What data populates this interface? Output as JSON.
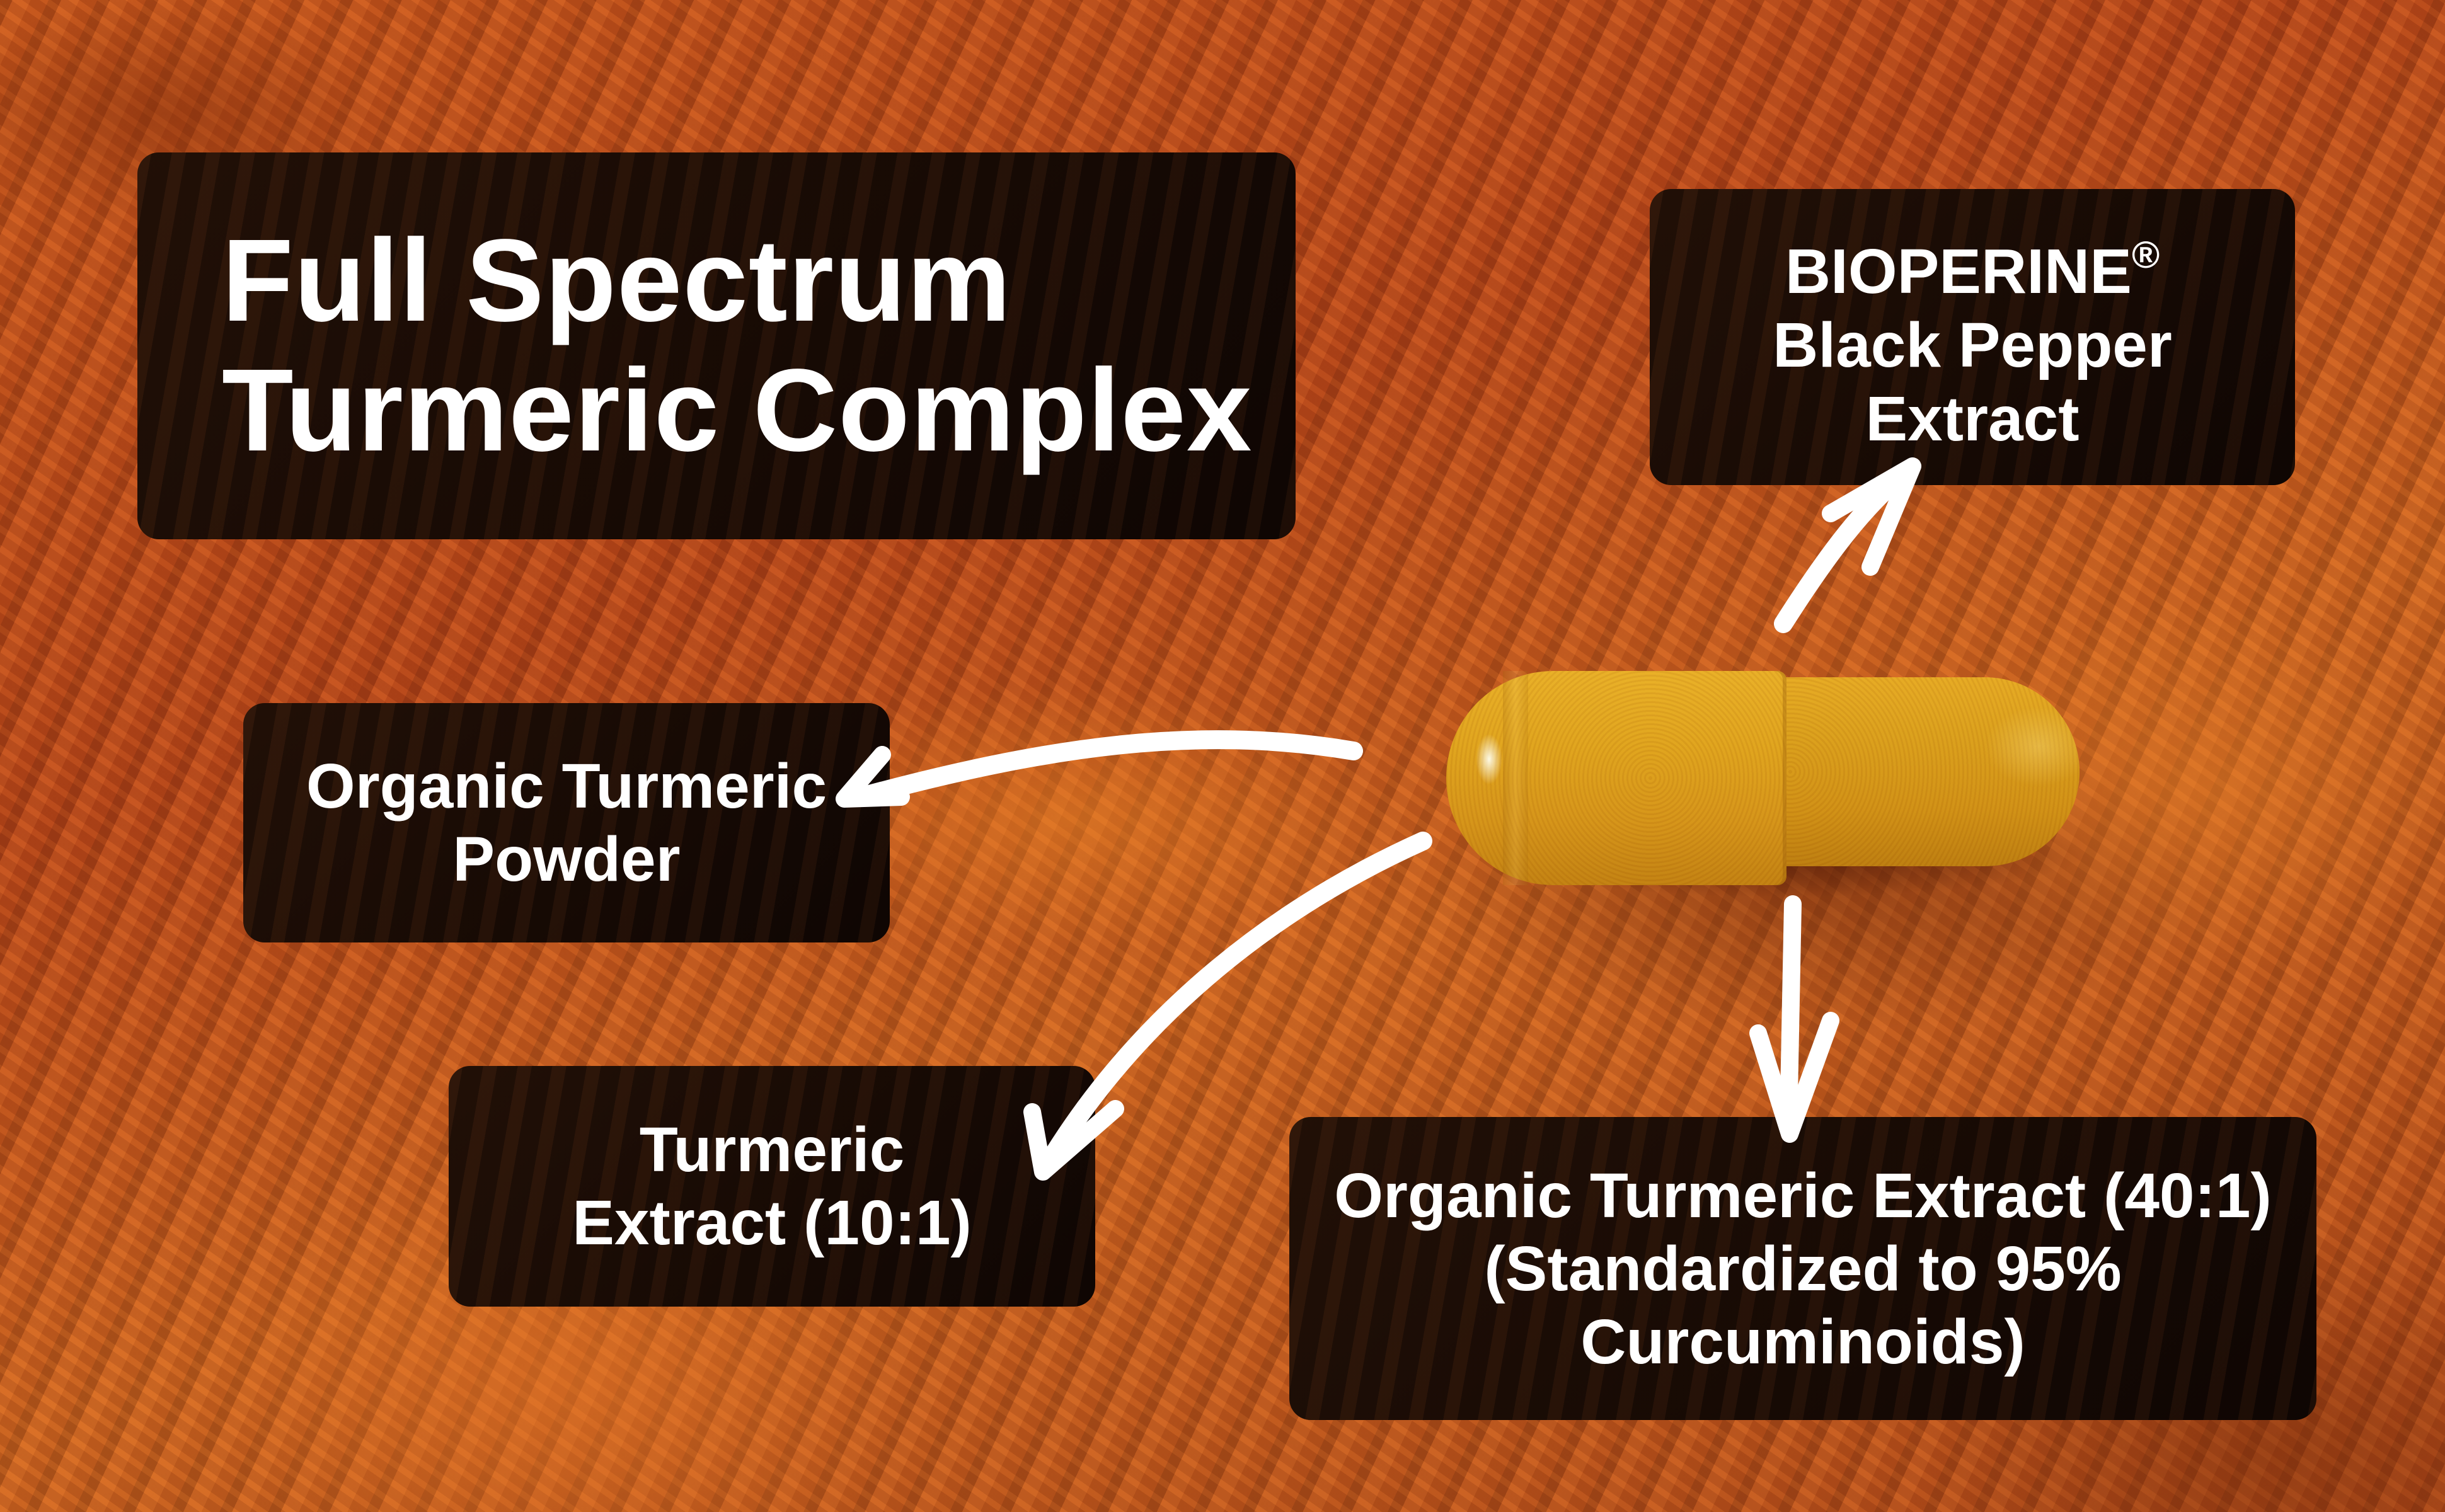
{
  "title": {
    "lines": [
      "Full Spectrum",
      "Turmeric Complex"
    ]
  },
  "callouts": {
    "bioperine": {
      "line1": "BIOPERINE",
      "line1_mark": "®",
      "line2": "Black Pepper",
      "line3": "Extract"
    },
    "powder": {
      "line1": "Organic Turmeric",
      "line2": "Powder"
    },
    "extract10": {
      "line1": "Turmeric",
      "line2": "Extract (10:1)"
    },
    "extract40": {
      "line1": "Organic Turmeric Extract (40:1)",
      "line2": "(Standardized to 95%",
      "line3": "Curcuminoids)"
    }
  },
  "graphics": {
    "capsule": "turmeric-capsule",
    "background": "turmeric-powder-texture",
    "arrows": [
      "arrow-to-bioperine",
      "arrow-to-powder",
      "arrow-to-extract-10-1",
      "arrow-to-extract-40-1"
    ]
  },
  "colors": {
    "background_orange": "#c4541c",
    "panel_dark_brown": "#1a0c05",
    "text_white": "#ffffff",
    "capsule_yellow": "#dba11e"
  }
}
